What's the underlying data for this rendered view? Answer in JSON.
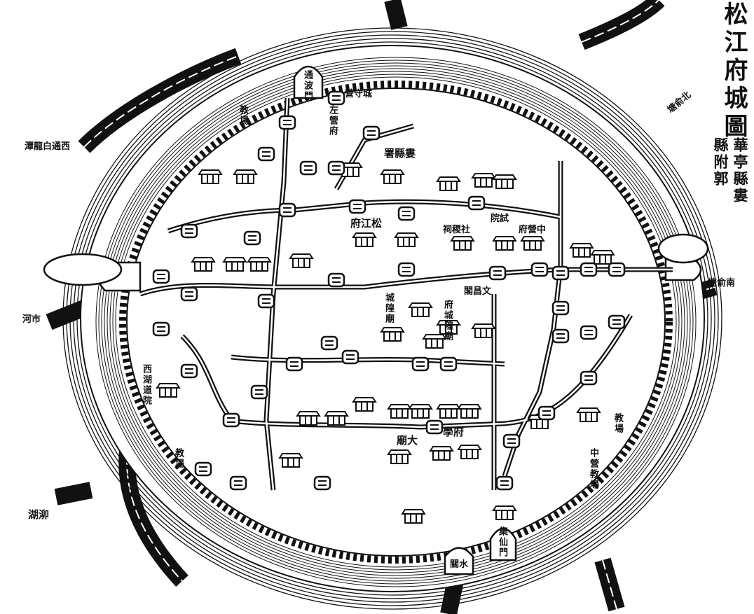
{
  "map": {
    "title": "松江府城圖",
    "subtitle_right": "華亭縣婁",
    "subtitle_left": "縣附郭",
    "ink_color": "#111111",
    "paper_color": "#ffffff"
  },
  "gates": {
    "north": "通波門",
    "south": "集仙門",
    "south_water": "水關"
  },
  "places": {
    "zuoying": "左營府",
    "chengshou": "城守營",
    "louxian": "婁縣署",
    "fu": "松江府",
    "sheji": "社稷祠",
    "shiyuan": "試院",
    "zhongying": "中營府",
    "wenchang": "文昌閣",
    "chenghuang": "城隍廟",
    "fuchenghuang": "府城隍廟",
    "damiao": "大廟",
    "fuxue": "府學",
    "xihu": "西湖道院",
    "jiaochang_nw": "教場",
    "jiaochang_sw": "教場",
    "jiaochang_e": "教場",
    "zhongying_jiaochang": "中營教場"
  },
  "waterways": {
    "west_bailong": "西通白龍潭",
    "shihe": "市河",
    "maohu": "泖湖",
    "nanyutang": "南俞塘",
    "beiyutang": "北俞塘"
  }
}
